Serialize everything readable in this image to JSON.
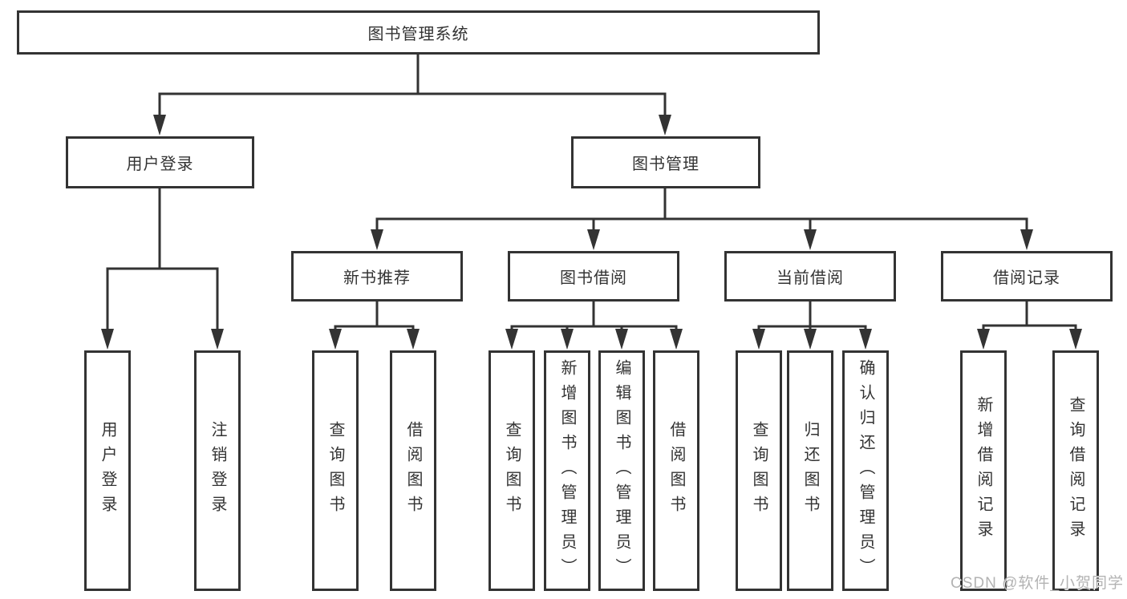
{
  "nodes": {
    "root": {
      "label": "图书管理系统"
    },
    "user_login": {
      "label": "用户登录"
    },
    "book_management": {
      "label": "图书管理"
    },
    "new_book_recommend": {
      "label": "新书推荐"
    },
    "book_borrow": {
      "label": "图书借阅"
    },
    "current_borrow": {
      "label": "当前借阅"
    },
    "borrow_record": {
      "label": "借阅记录"
    },
    "leaf_user_login": {
      "label": "用户登录"
    },
    "leaf_logout": {
      "label": "注销登录"
    },
    "leaf_nb_query_book": {
      "label": "查询图书"
    },
    "leaf_nb_borrow_book": {
      "label": "借阅图书"
    },
    "leaf_bb_query_book": {
      "label": "查询图书"
    },
    "leaf_bb_add_book": {
      "label": "新增图书（管理员）"
    },
    "leaf_bb_edit_book": {
      "label": "编辑图书（管理员）"
    },
    "leaf_bb_borrow_book": {
      "label": "借阅图书"
    },
    "leaf_cb_query_book": {
      "label": "查询图书"
    },
    "leaf_cb_return_book": {
      "label": "归还图书"
    },
    "leaf_cb_confirm_return": {
      "label": "确认归还（管理员）"
    },
    "leaf_br_add_record": {
      "label": "新增借阅记录"
    },
    "leaf_br_query_record": {
      "label": "查询借阅记录"
    }
  },
  "hierarchy": {
    "root": [
      "user_login",
      "book_management"
    ],
    "user_login": [
      "leaf_user_login",
      "leaf_logout"
    ],
    "book_management": [
      "new_book_recommend",
      "book_borrow",
      "current_borrow",
      "borrow_record"
    ],
    "new_book_recommend": [
      "leaf_nb_query_book",
      "leaf_nb_borrow_book"
    ],
    "book_borrow": [
      "leaf_bb_query_book",
      "leaf_bb_add_book",
      "leaf_bb_edit_book",
      "leaf_bb_borrow_book"
    ],
    "current_borrow": [
      "leaf_cb_query_book",
      "leaf_cb_return_book",
      "leaf_cb_confirm_return"
    ],
    "borrow_record": [
      "leaf_br_add_record",
      "leaf_br_query_record"
    ]
  },
  "watermark": {
    "text": "CSDN @软件_小贺同学"
  },
  "colors": {
    "line": "#333333",
    "text": "#333333",
    "box_background": "#ffffff",
    "page_background": "#ffffff",
    "watermark": "#b3b3b3"
  }
}
